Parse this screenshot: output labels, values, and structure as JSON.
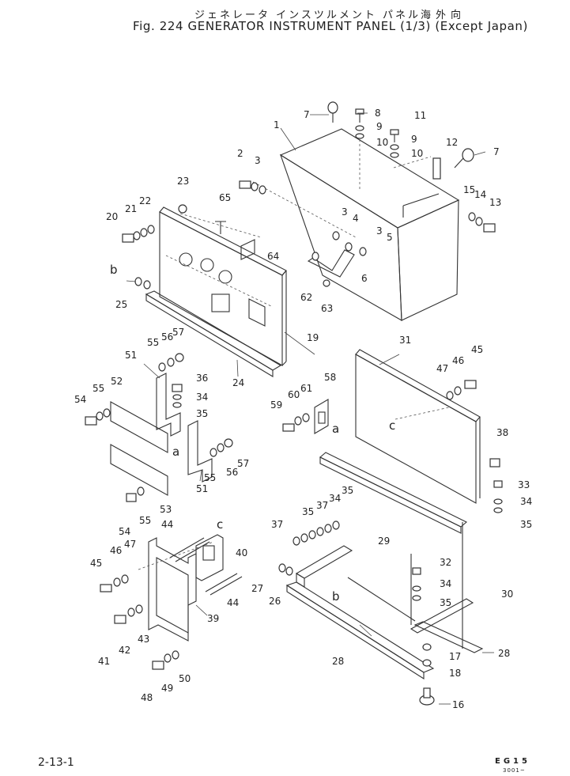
{
  "header": {
    "title_jp": "ジェネレータ インスツルメント パネル",
    "region_jp": "海外向",
    "title_en": "Fig. 224 GENERATOR INSTRUMENT PANEL (1/3) (Except Japan)"
  },
  "footer": {
    "page_ref": "2-13-1",
    "model_code": "EG15",
    "serial_ref": "3001~"
  },
  "callouts": [
    {
      "id": "c1",
      "label": "1"
    },
    {
      "id": "c2",
      "label": "2"
    },
    {
      "id": "c3a",
      "label": "3"
    },
    {
      "id": "c3b",
      "label": "3"
    },
    {
      "id": "c3c",
      "label": "3"
    },
    {
      "id": "c4",
      "label": "4"
    },
    {
      "id": "c5",
      "label": "5"
    },
    {
      "id": "c6",
      "label": "6"
    },
    {
      "id": "c7a",
      "label": "7"
    },
    {
      "id": "c7b",
      "label": "7"
    },
    {
      "id": "c8",
      "label": "8"
    },
    {
      "id": "c9a",
      "label": "9"
    },
    {
      "id": "c9b",
      "label": "9"
    },
    {
      "id": "c10a",
      "label": "10"
    },
    {
      "id": "c10b",
      "label": "10"
    },
    {
      "id": "c11",
      "label": "11"
    },
    {
      "id": "c12",
      "label": "12"
    },
    {
      "id": "c13",
      "label": "13"
    },
    {
      "id": "c14",
      "label": "14"
    },
    {
      "id": "c15",
      "label": "15"
    },
    {
      "id": "c16",
      "label": "16"
    },
    {
      "id": "c17",
      "label": "17"
    },
    {
      "id": "c18",
      "label": "18"
    },
    {
      "id": "c19",
      "label": "19"
    },
    {
      "id": "c20",
      "label": "20"
    },
    {
      "id": "c21",
      "label": "21"
    },
    {
      "id": "c22",
      "label": "22"
    },
    {
      "id": "c23",
      "label": "23"
    },
    {
      "id": "c24",
      "label": "24"
    },
    {
      "id": "c25",
      "label": "25"
    },
    {
      "id": "c26",
      "label": "26"
    },
    {
      "id": "c27",
      "label": "27"
    },
    {
      "id": "c28a",
      "label": "28"
    },
    {
      "id": "c28b",
      "label": "28"
    },
    {
      "id": "c29",
      "label": "29"
    },
    {
      "id": "c30",
      "label": "30"
    },
    {
      "id": "c31",
      "label": "31"
    },
    {
      "id": "c32",
      "label": "32"
    },
    {
      "id": "c33",
      "label": "33"
    },
    {
      "id": "c34a",
      "label": "34"
    },
    {
      "id": "c34b",
      "label": "34"
    },
    {
      "id": "c34c",
      "label": "34"
    },
    {
      "id": "c34d",
      "label": "34"
    },
    {
      "id": "c35a",
      "label": "35"
    },
    {
      "id": "c35b",
      "label": "35"
    },
    {
      "id": "c35c",
      "label": "35"
    },
    {
      "id": "c35d",
      "label": "35"
    },
    {
      "id": "c35e",
      "label": "35"
    },
    {
      "id": "c36",
      "label": "36"
    },
    {
      "id": "c37a",
      "label": "37"
    },
    {
      "id": "c37b",
      "label": "37"
    },
    {
      "id": "c38",
      "label": "38"
    },
    {
      "id": "c39",
      "label": "39"
    },
    {
      "id": "c40",
      "label": "40"
    },
    {
      "id": "c41",
      "label": "41"
    },
    {
      "id": "c42",
      "label": "42"
    },
    {
      "id": "c43",
      "label": "43"
    },
    {
      "id": "c44a",
      "label": "44"
    },
    {
      "id": "c44b",
      "label": "44"
    },
    {
      "id": "c45a",
      "label": "45"
    },
    {
      "id": "c45b",
      "label": "45"
    },
    {
      "id": "c46a",
      "label": "46"
    },
    {
      "id": "c46b",
      "label": "46"
    },
    {
      "id": "c47a",
      "label": "47"
    },
    {
      "id": "c47b",
      "label": "47"
    },
    {
      "id": "c48",
      "label": "48"
    },
    {
      "id": "c49",
      "label": "49"
    },
    {
      "id": "c50",
      "label": "50"
    },
    {
      "id": "c51a",
      "label": "51"
    },
    {
      "id": "c51b",
      "label": "51"
    },
    {
      "id": "c52",
      "label": "52"
    },
    {
      "id": "c53",
      "label": "53"
    },
    {
      "id": "c54a",
      "label": "54"
    },
    {
      "id": "c54b",
      "label": "54"
    },
    {
      "id": "c55a",
      "label": "55"
    },
    {
      "id": "c55b",
      "label": "55"
    },
    {
      "id": "c55c",
      "label": "55"
    },
    {
      "id": "c55d",
      "label": "55"
    },
    {
      "id": "c56a",
      "label": "56"
    },
    {
      "id": "c56b",
      "label": "56"
    },
    {
      "id": "c57a",
      "label": "57"
    },
    {
      "id": "c57b",
      "label": "57"
    },
    {
      "id": "c58",
      "label": "58"
    },
    {
      "id": "c59",
      "label": "59"
    },
    {
      "id": "c60",
      "label": "60"
    },
    {
      "id": "c61",
      "label": "61"
    },
    {
      "id": "c62",
      "label": "62"
    },
    {
      "id": "c63",
      "label": "63"
    },
    {
      "id": "c64",
      "label": "64"
    },
    {
      "id": "c65",
      "label": "65"
    }
  ],
  "refs": [
    {
      "id": "ra1",
      "label": "a"
    },
    {
      "id": "ra2",
      "label": "a"
    },
    {
      "id": "rb1",
      "label": "b"
    },
    {
      "id": "rb2",
      "label": "b"
    },
    {
      "id": "rc1",
      "label": "c"
    },
    {
      "id": "rc2",
      "label": "c"
    }
  ]
}
